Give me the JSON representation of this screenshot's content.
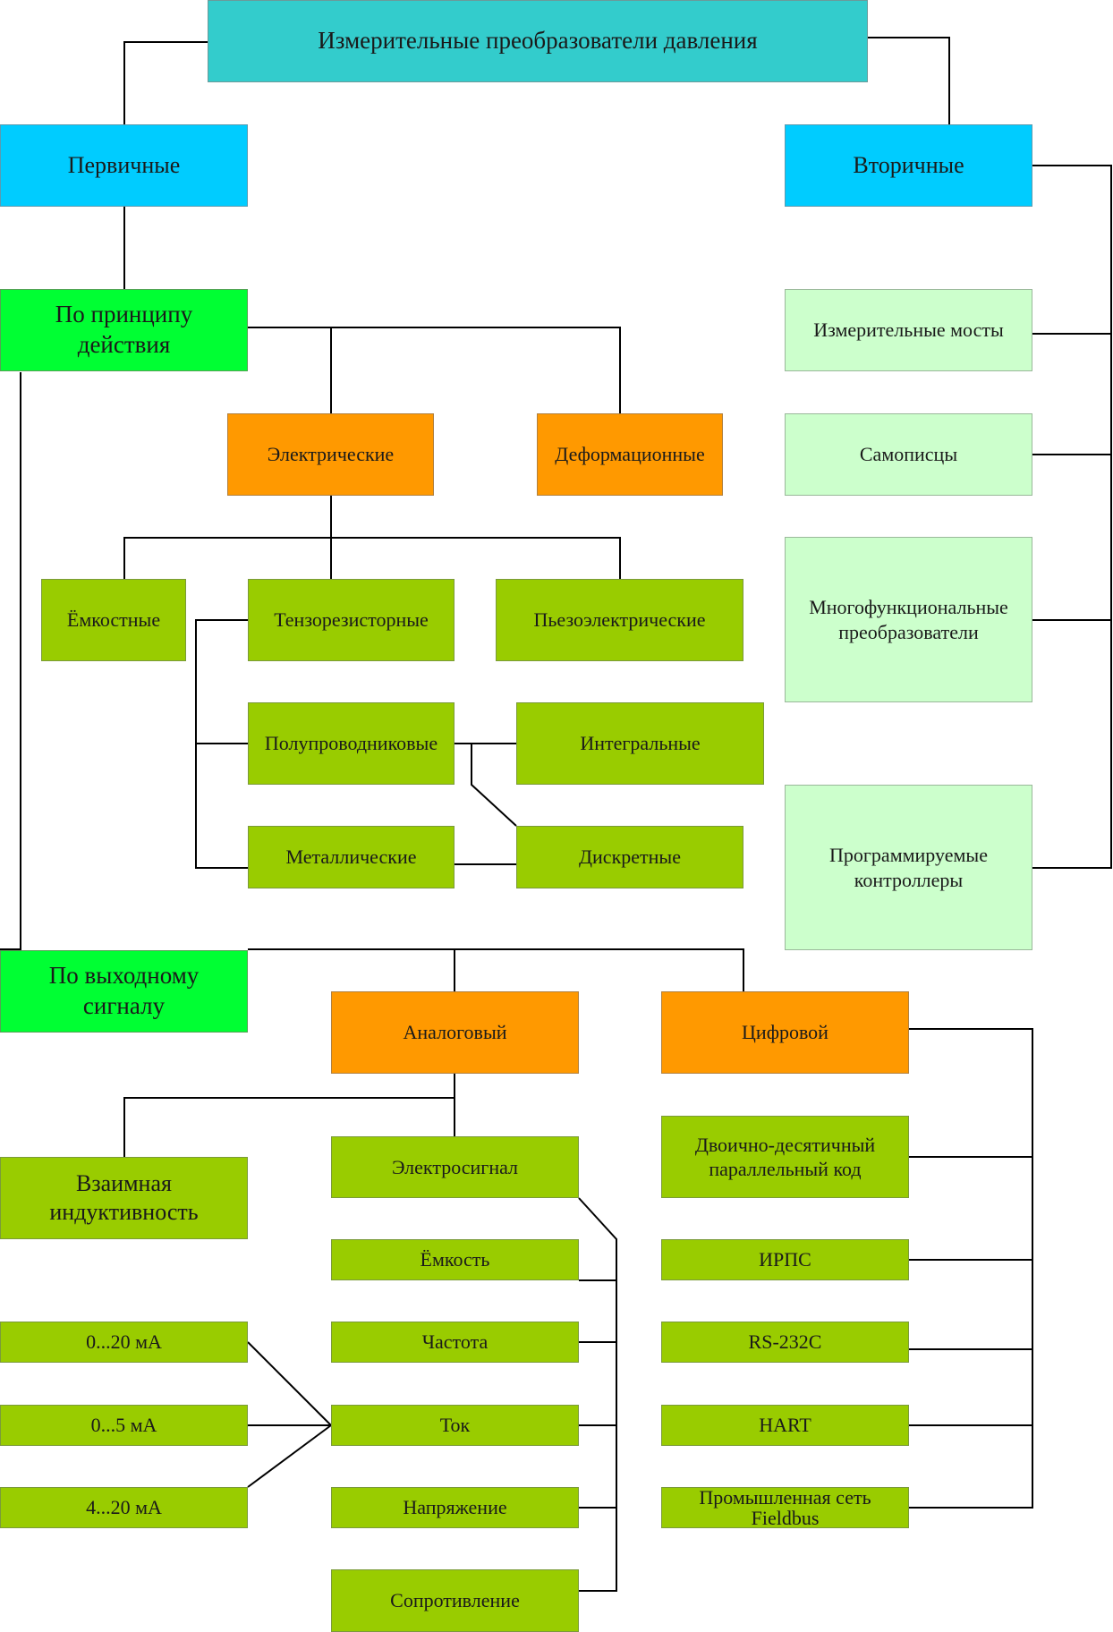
{
  "diagram": {
    "nodes": {
      "root": "Измерительные преобразователи давления",
      "primary": "Первичные",
      "secondary": "Вторичные",
      "by_principle": "По принципу\nдействия",
      "electric": "Электрические",
      "deform": "Деформационные",
      "capacitive": "Ёмкостные",
      "tenso": "Тензорезисторные",
      "piezo": "Пьезоэлектрические",
      "semiconductor": "Полупроводниковые",
      "integral": "Интегральные",
      "metallic": "Металлические",
      "discrete": "Дискретные",
      "meas_bridges": "Измерительные мосты",
      "recorders": "Самописцы",
      "multifunc": "Многофункциональные\nпреобразователи",
      "plc": "Программируемые\nконтроллеры",
      "by_output": "По выходному\nсигналу",
      "analog": "Аналоговый",
      "digital": "Цифровой",
      "mutual_ind": "Взаимная\nиндуктивность",
      "electrosignal": "Электросигнал",
      "capacitance": "Ёмкость",
      "frequency": "Частота",
      "current": "Ток",
      "voltage": "Напряжение",
      "resistance": "Сопротивление",
      "ma_0_20": "0...20 мА",
      "ma_0_5": "0...5 мА",
      "ma_4_20": "4...20 мА",
      "bcd": "Двоично-десятичный\nпараллельный код",
      "irps": "ИРПС",
      "rs232": "RS-232C",
      "hart": "HART",
      "fieldbus": "Промышленная сеть\nFieldbus"
    },
    "colors": {
      "title": "#33cccc",
      "level1": "#00ccff",
      "criterion": "#00ff33",
      "category": "#ff9900",
      "item": "#99cc00",
      "secondary_item": "#ccffcc",
      "connector": "#000000"
    }
  }
}
